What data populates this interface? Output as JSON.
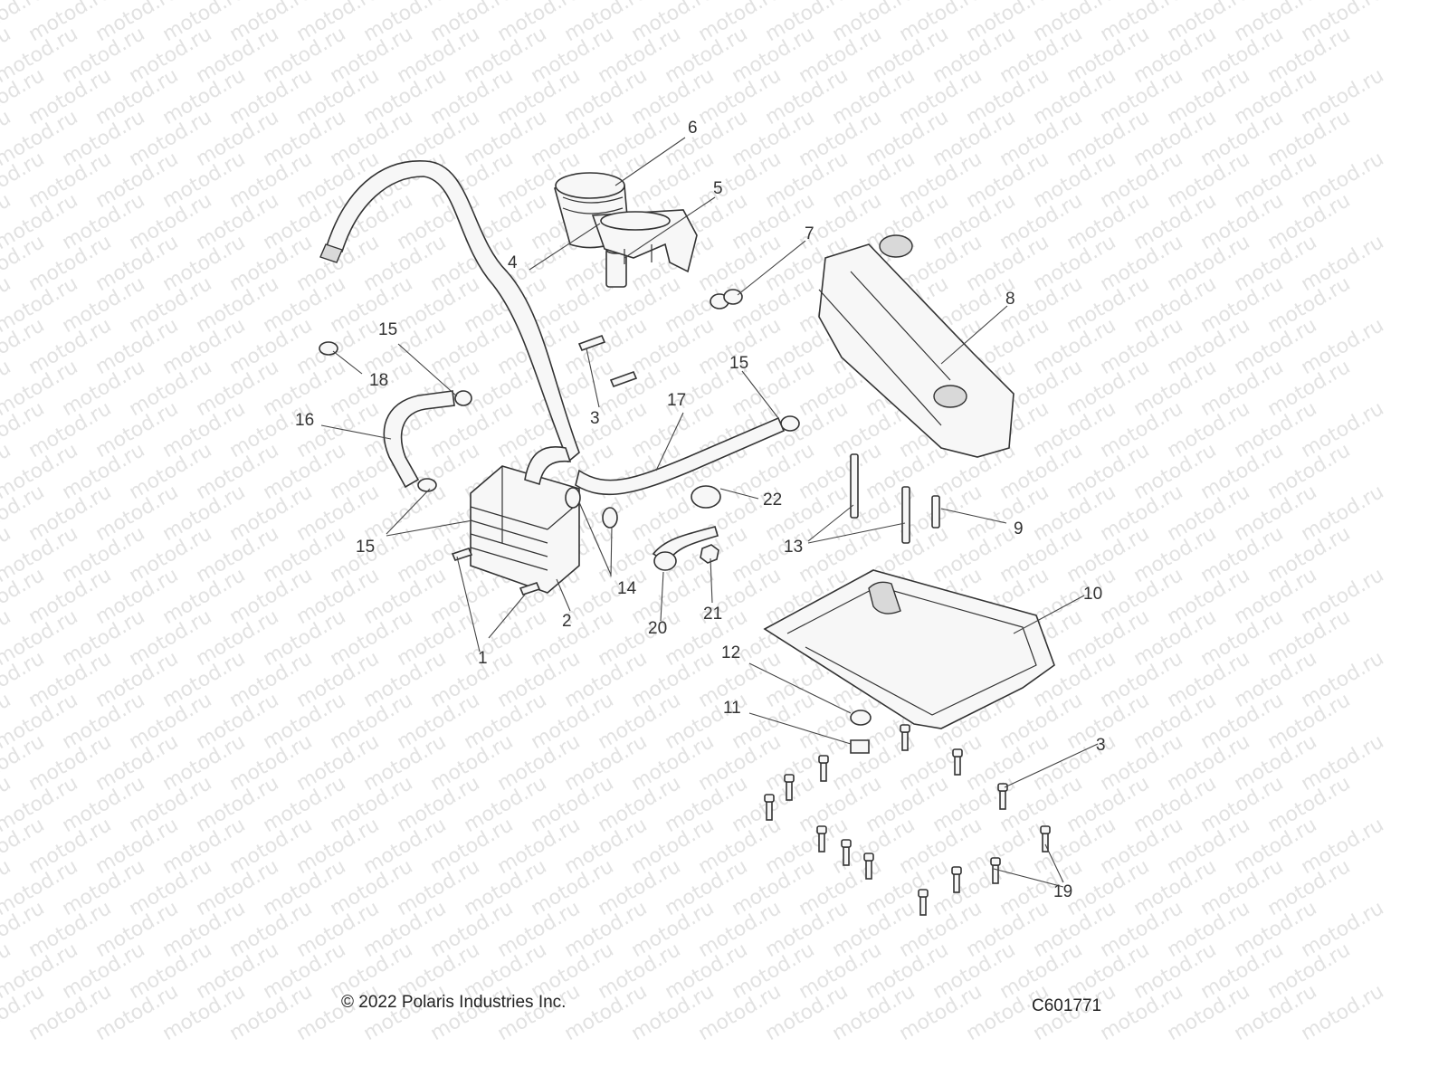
{
  "watermark": "motod.ru",
  "copyright": "© 2022 Polaris Industries Inc.",
  "figure_code": "C601771",
  "callouts": {
    "c1": "1",
    "c2": "2",
    "c3a": "3",
    "c3b": "3",
    "c4": "4",
    "c5": "5",
    "c6": "6",
    "c7": "7",
    "c8": "8",
    "c9": "9",
    "c10": "10",
    "c11": "11",
    "c12": "12",
    "c13": "13",
    "c14": "14",
    "c15a": "15",
    "c15b": "15",
    "c15c": "15",
    "c16": "16",
    "c17": "17",
    "c18": "18",
    "c19": "19",
    "c20": "20",
    "c21": "21",
    "c22": "22"
  },
  "colors": {
    "line": "#333333",
    "watermark": "#e2e2e2",
    "background": "#ffffff"
  }
}
